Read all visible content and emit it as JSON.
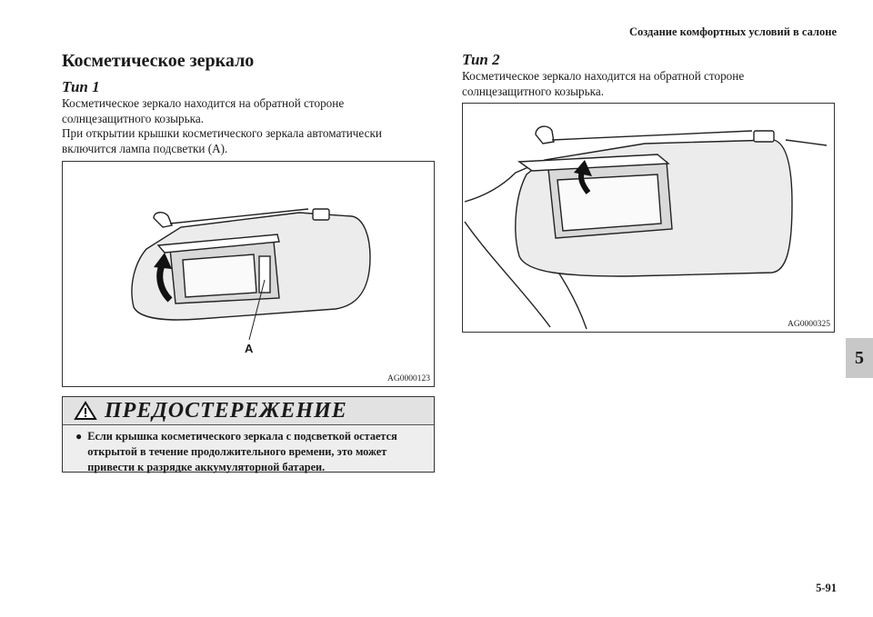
{
  "header": {
    "title": "Создание комфортных условий в салоне"
  },
  "section": {
    "title": "Косметическое зеркало"
  },
  "type1": {
    "heading": "Тип 1",
    "lines": [
      "Косметическое зеркало находится на обратной стороне",
      "солнцезащитного козырька.",
      "При открытии крышки косметического зеркала автоматически",
      "включится лампа подсветки (A)."
    ],
    "figure": {
      "callout": "A",
      "code": "AG0000123"
    }
  },
  "type2": {
    "heading": "Тип 2",
    "lines": [
      "Косметическое зеркало находится на обратной стороне",
      "солнцезащитного козырька."
    ],
    "figure": {
      "code": "AG0000325"
    }
  },
  "warning": {
    "title": "ПРЕДОСТЕРЕЖЕНИЕ",
    "icon": "warning-triangle-icon",
    "bullet": "●",
    "lines": [
      "Если крышка косметического зеркала с подсветкой остается",
      "открытой в течение продолжительного времени, это может",
      "привести к разрядке аккумуляторной батареи."
    ]
  },
  "chapter_tab": {
    "number": "5"
  },
  "footer": {
    "page_number": "5-91"
  }
}
